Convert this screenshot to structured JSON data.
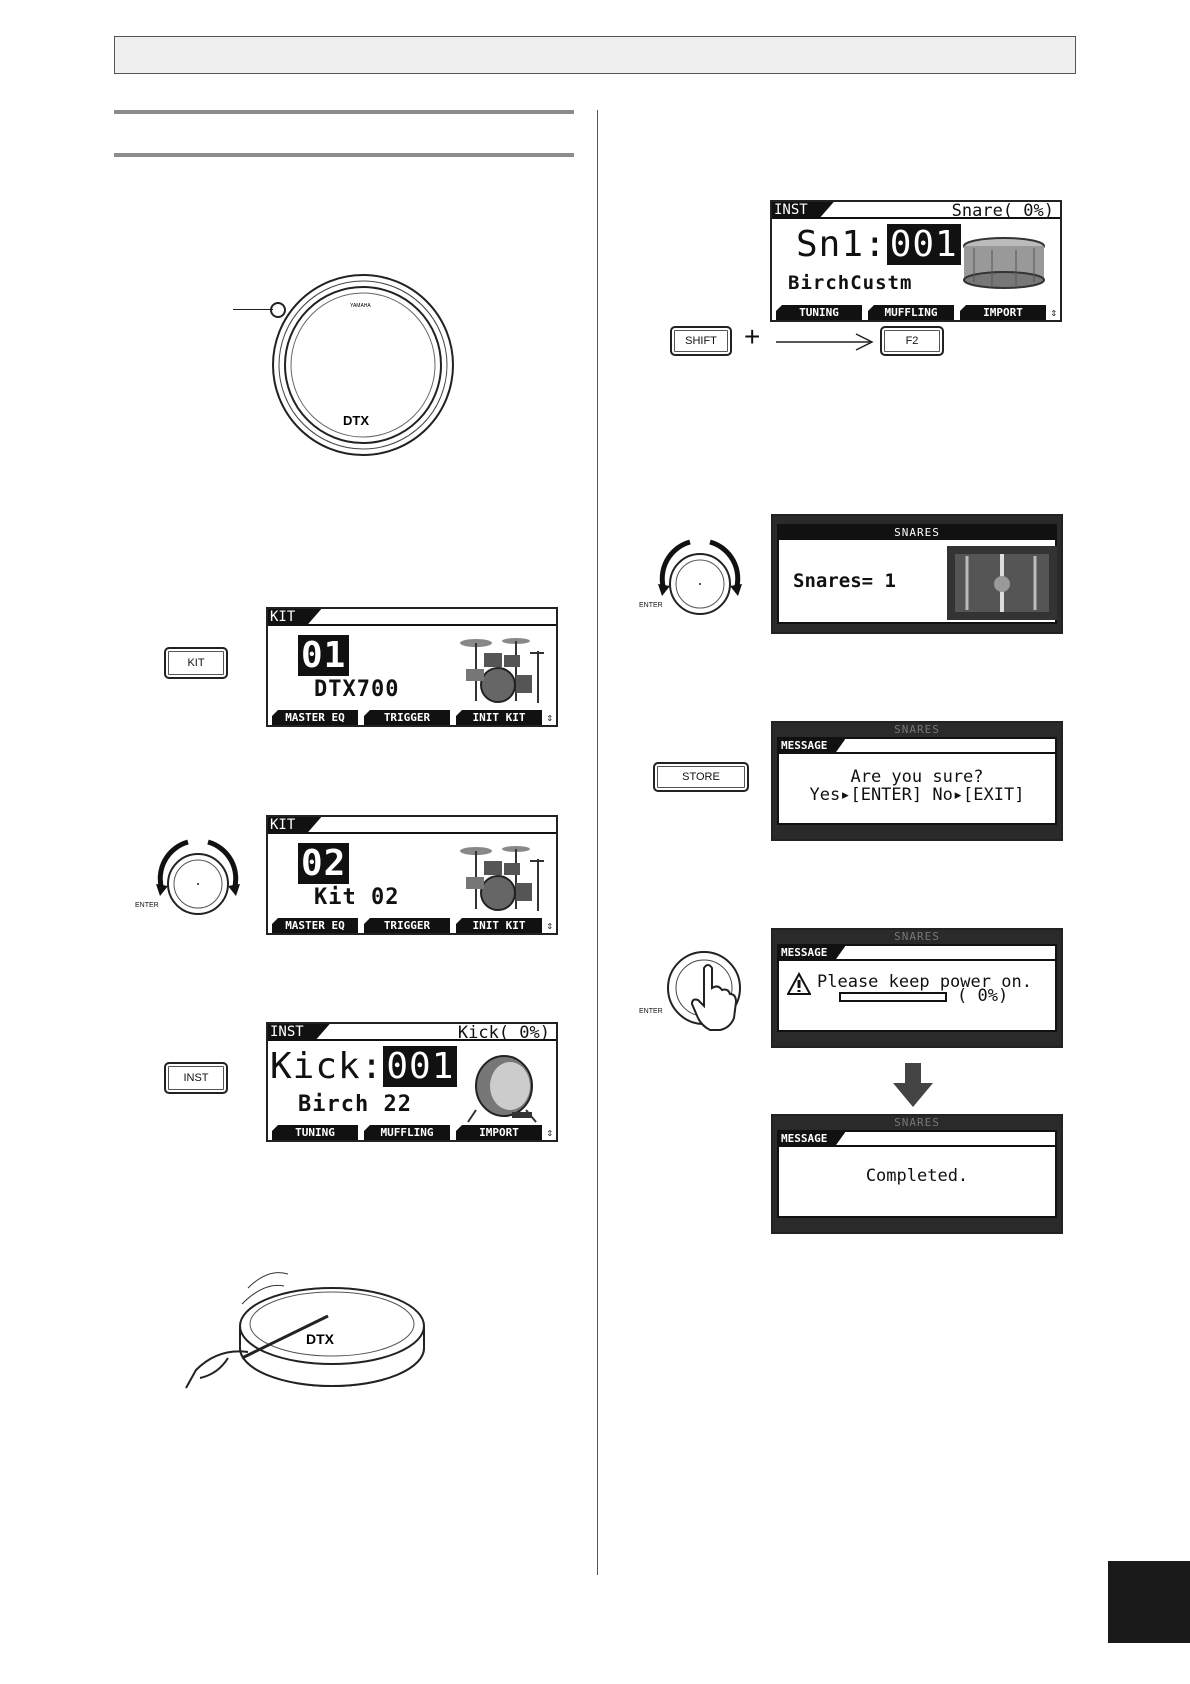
{
  "screens": {
    "kit1": {
      "tab": "KIT",
      "number": "01",
      "name": "DTX700",
      "fbuttons": [
        "MASTER EQ",
        "TRIGGER",
        "INIT KIT"
      ],
      "scroll": "⇕"
    },
    "kit2": {
      "tab": "KIT",
      "number": "02",
      "name": "Kit 02",
      "fbuttons": [
        "MASTER EQ",
        "TRIGGER",
        "INIT KIT"
      ],
      "scroll": "⇕"
    },
    "inst_kick": {
      "tab": "INST",
      "status": "Kick(  0%)",
      "prefix": "Kick:",
      "number": "001",
      "name": "Birch 22",
      "fbuttons": [
        "TUNING",
        "MUFFLING",
        "IMPORT"
      ],
      "scroll": "⇕"
    },
    "inst_snare": {
      "tab": "INST",
      "status": "Snare(  0%)",
      "prefix": "Sn1:",
      "number": "001",
      "name": "BirchCustm",
      "fbuttons": [
        "TUNING",
        "MUFFLING",
        "IMPORT"
      ],
      "scroll": "⇕"
    },
    "snares": {
      "title": "SNARES",
      "value": "Snares= 1"
    },
    "confirm": {
      "ghost": "SNARES",
      "tag": "MESSAGE",
      "line1": "Are you sure?",
      "line2": "Yes▸[ENTER] No▸[EXIT]"
    },
    "progress": {
      "ghost": "SNARES",
      "tag": "MESSAGE",
      "text": "Please keep power on.",
      "percent": "(  0%)",
      "progress_fraction": 0
    },
    "completed": {
      "ghost": "SNARES",
      "tag": "MESSAGE",
      "text": "Completed."
    }
  },
  "buttons": {
    "kit": "KIT",
    "inst": "INST",
    "shift": "SHIFT",
    "plus": "+",
    "f2": "F2",
    "store": "STORE",
    "enter": "ENTER"
  },
  "pad_logo": "DTX",
  "pad_brand": "YAMAHA"
}
